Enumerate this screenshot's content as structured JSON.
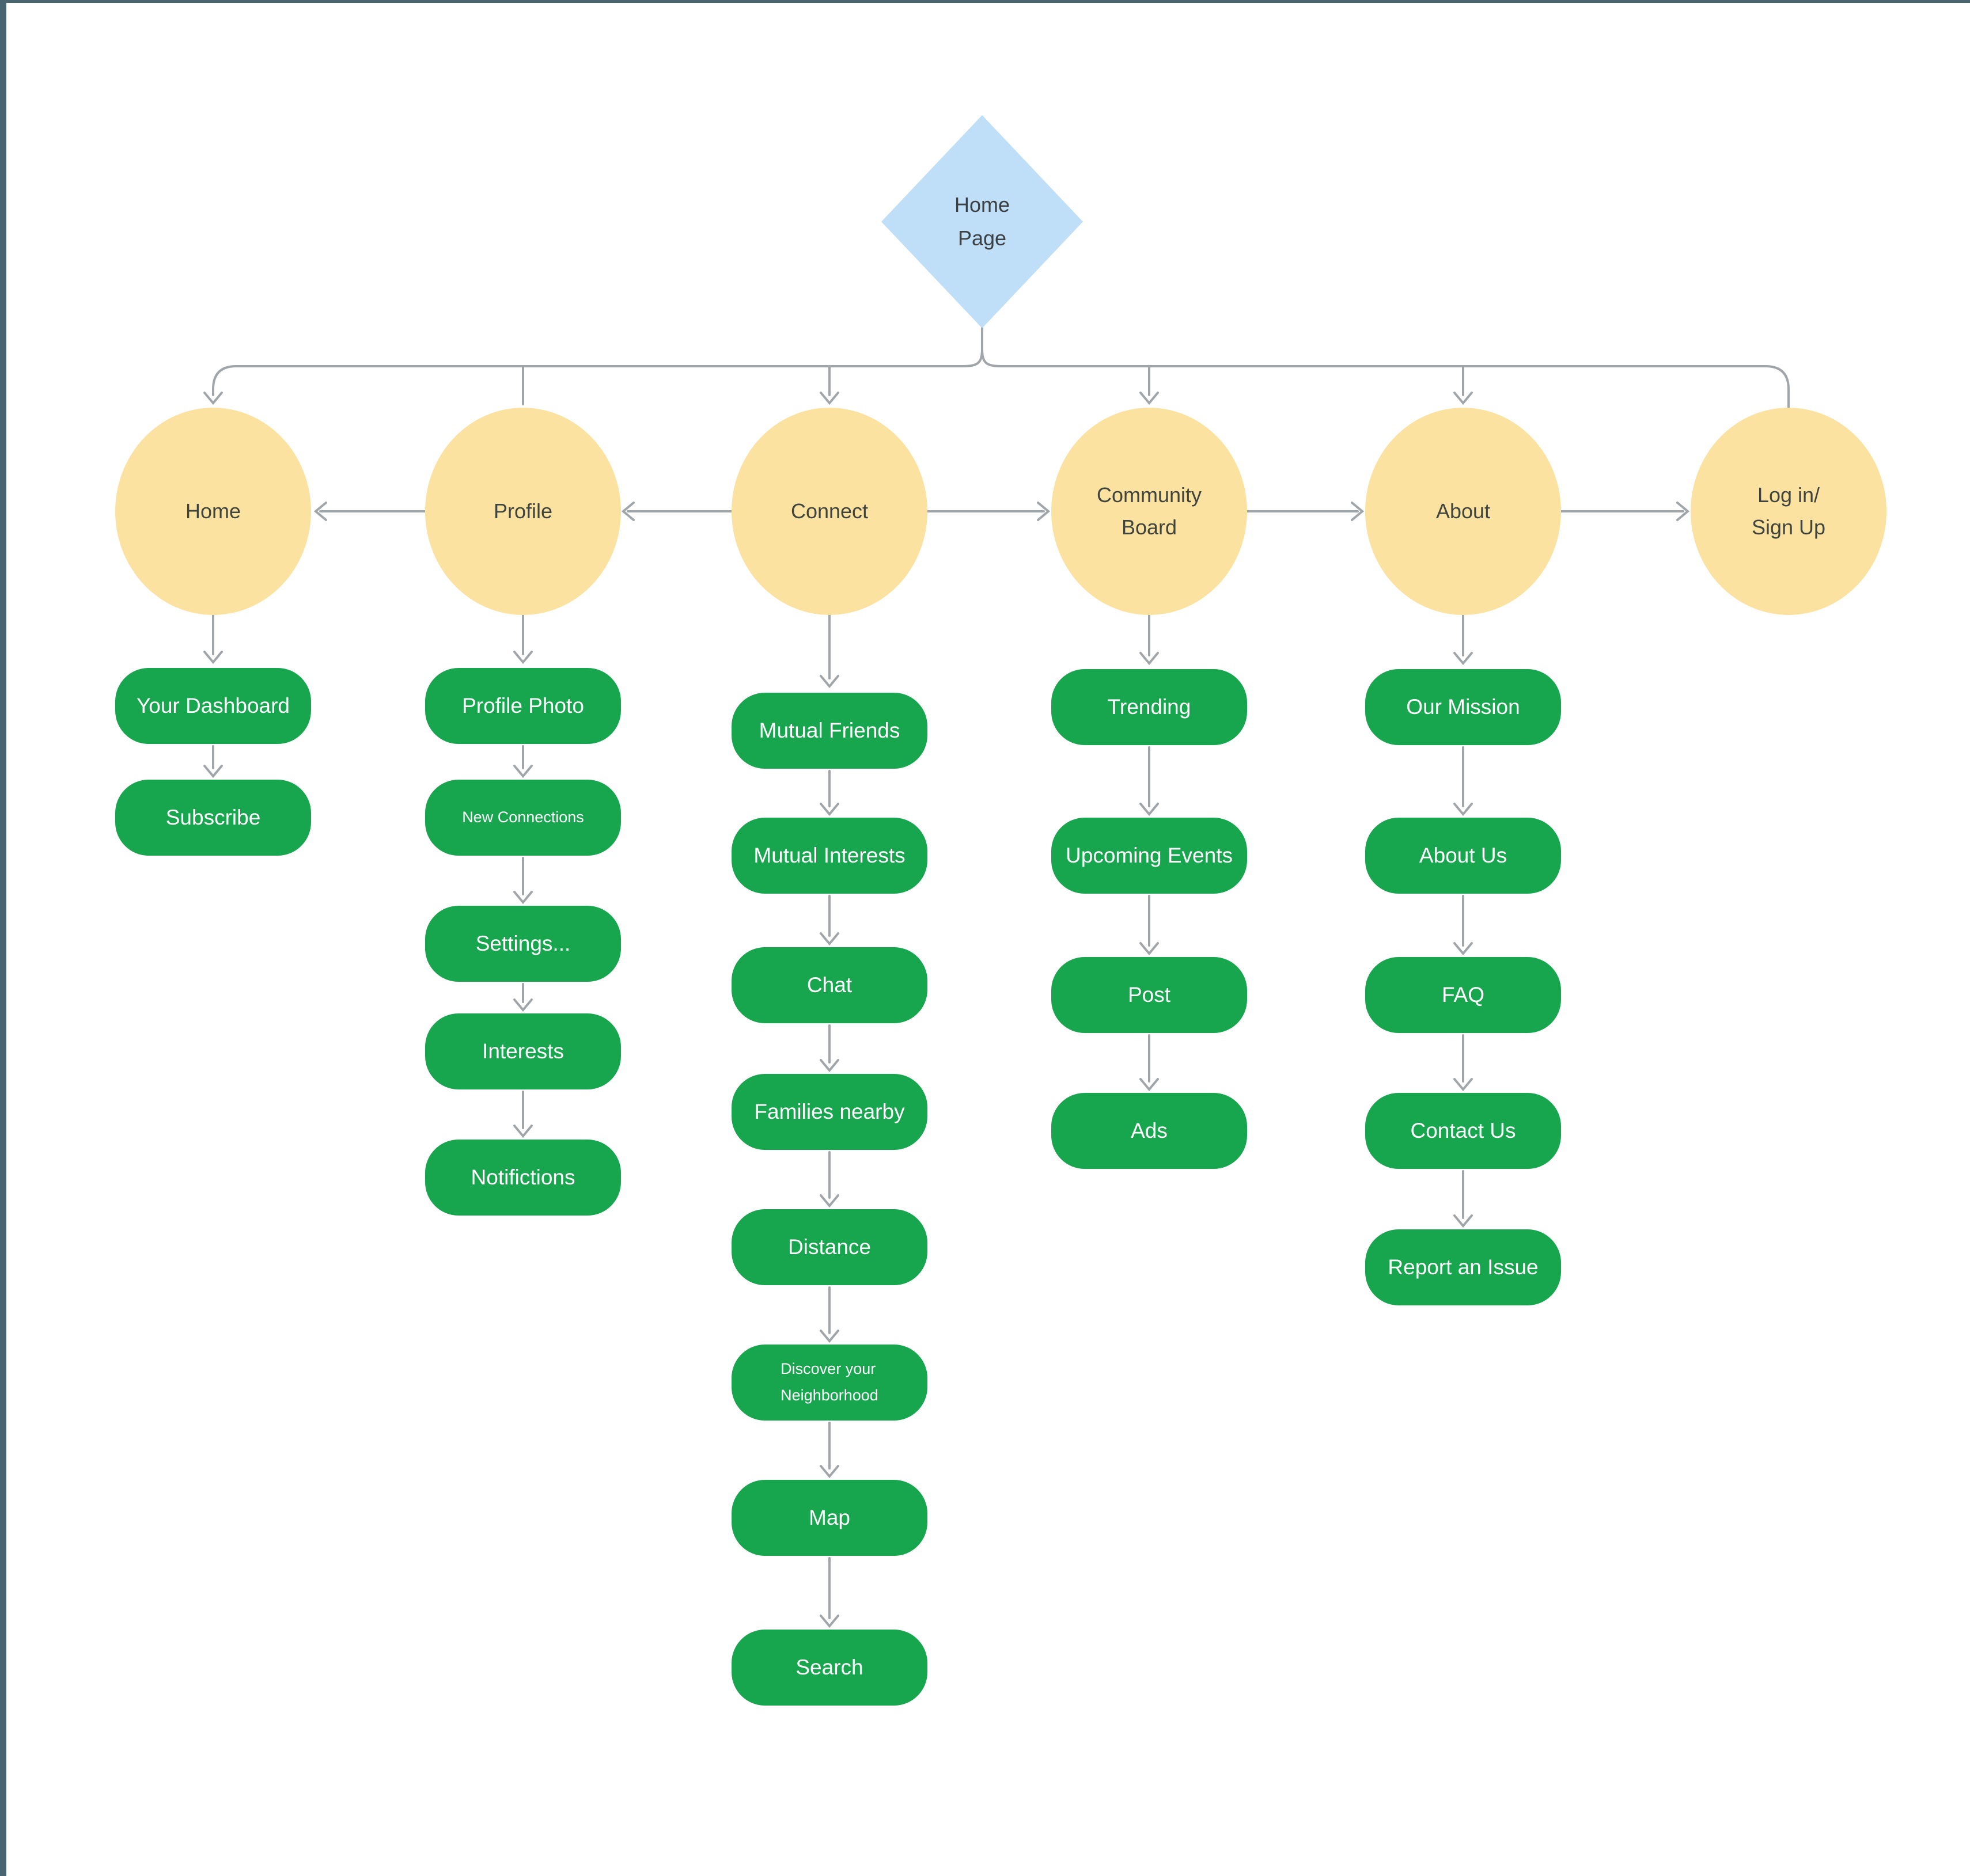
{
  "colors": {
    "node_green": "#17a54e",
    "node_yellow": "#fbe2a0",
    "node_blue": "#bfdef7",
    "connector_gray": "#a0a5aa",
    "frame_teal": "#4a6572",
    "pill_text": "#ffffff",
    "shape_text": "#3c4043"
  },
  "diagram": {
    "root": {
      "lines": [
        "Home",
        "Page"
      ]
    },
    "sections": [
      {
        "name": "home",
        "circle": {
          "lines": [
            "Home"
          ]
        },
        "items": [
          {
            "lines": [
              "Your Dashboard"
            ]
          },
          {
            "lines": [
              "Subscribe"
            ]
          }
        ]
      },
      {
        "name": "profile",
        "circle": {
          "lines": [
            "Profile"
          ]
        },
        "items": [
          {
            "lines": [
              "Profile Photo"
            ]
          },
          {
            "lines": [
              "New Connections"
            ]
          },
          {
            "lines": [
              "Settings..."
            ]
          },
          {
            "lines": [
              "Interests"
            ]
          },
          {
            "lines": [
              "Notifictions"
            ]
          }
        ]
      },
      {
        "name": "connect",
        "circle": {
          "lines": [
            "Connect"
          ]
        },
        "items": [
          {
            "lines": [
              "Mutual Friends"
            ]
          },
          {
            "lines": [
              "Mutual Interests"
            ]
          },
          {
            "lines": [
              "Chat"
            ]
          },
          {
            "lines": [
              "Families nearby"
            ]
          },
          {
            "lines": [
              "Distance"
            ]
          },
          {
            "lines": [
              "Discover your",
              "Neighborhood"
            ]
          },
          {
            "lines": [
              "Map"
            ]
          },
          {
            "lines": [
              "Search"
            ]
          }
        ]
      },
      {
        "name": "community-board",
        "circle": {
          "lines": [
            "Community",
            "Board"
          ]
        },
        "items": [
          {
            "lines": [
              "Trending"
            ]
          },
          {
            "lines": [
              "Upcoming Events"
            ]
          },
          {
            "lines": [
              "Post"
            ]
          },
          {
            "lines": [
              "Ads"
            ]
          }
        ]
      },
      {
        "name": "about",
        "circle": {
          "lines": [
            "About"
          ]
        },
        "items": [
          {
            "lines": [
              "Our Mission"
            ]
          },
          {
            "lines": [
              "About Us"
            ]
          },
          {
            "lines": [
              "FAQ"
            ]
          },
          {
            "lines": [
              "Contact Us"
            ]
          },
          {
            "lines": [
              "Report an Issue"
            ]
          }
        ]
      },
      {
        "name": "login-signup",
        "circle": {
          "lines": [
            "Log in/",
            "Sign Up"
          ]
        },
        "items": []
      }
    ]
  }
}
